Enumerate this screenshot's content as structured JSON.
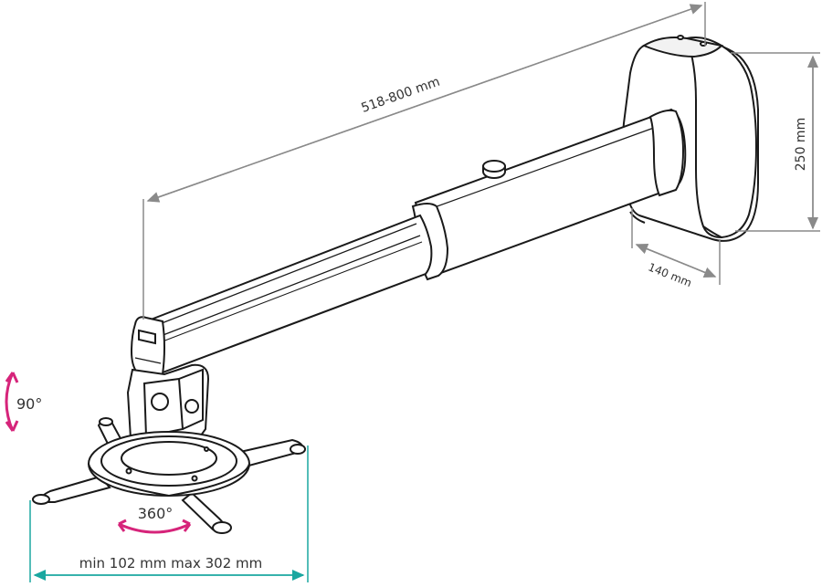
{
  "diagram": {
    "subject": "projector wall mount arm",
    "dimensions": {
      "arm_length": "518-800 mm",
      "wall_plate_height": "250 mm",
      "wall_plate_depth": "140 mm",
      "bracket_span": "min 102 mm max 302 mm"
    },
    "rotations": {
      "tilt": "90°",
      "swivel": "360°"
    },
    "colors": {
      "dimension_line": "#8a8a8a",
      "tilt_arrow": "#d6247a",
      "swivel_arrow": "#d6247a",
      "span_line": "#1aa7a0",
      "outline": "#1a1a1a",
      "fill": "#ffffff"
    }
  }
}
